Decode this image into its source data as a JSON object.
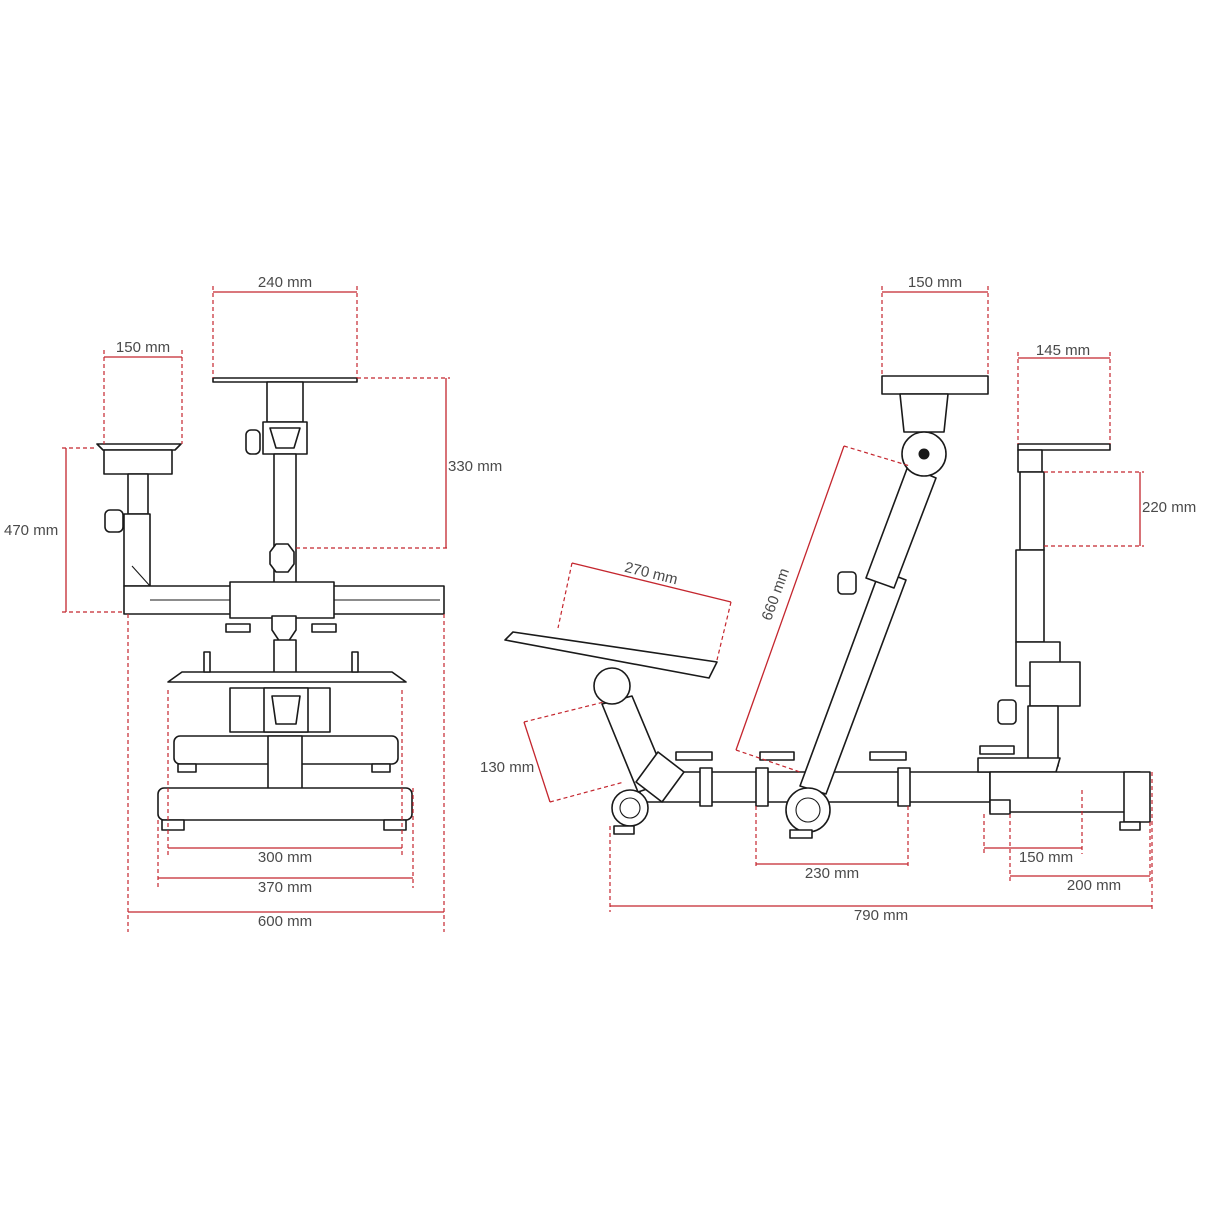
{
  "front_view": {
    "dimensions": {
      "plate_width": "240 mm",
      "shifter_plate_width": "150 mm",
      "wheel_column_height": "330 mm",
      "shifter_height": "470 mm",
      "inner_foot_span": "300 mm",
      "outer_foot_span": "370 mm",
      "total_width": "600 mm"
    }
  },
  "side_view": {
    "dimensions": {
      "pedal_plate_length": "270 mm",
      "column_length": "660 mm",
      "wheel_plate_depth": "150 mm",
      "shifter_plate_depth": "145 mm",
      "shifter_height_adjust": "220 mm",
      "pedal_height": "130 mm",
      "base_segment": "230 mm",
      "rear_foot_inner": "150 mm",
      "rear_foot_outer": "200 mm",
      "total_length": "790 mm"
    }
  }
}
